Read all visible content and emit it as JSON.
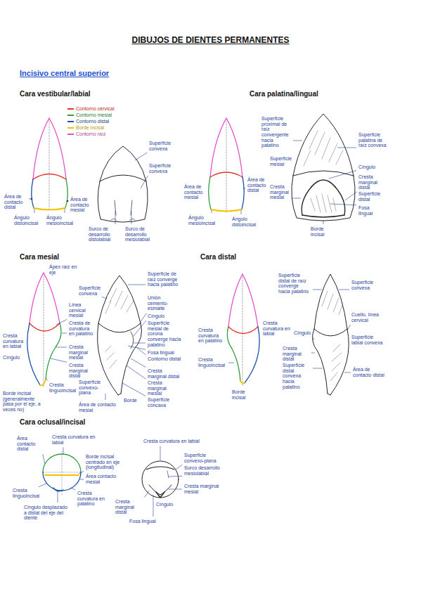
{
  "diagram": {
    "title": "DIBUJOS DE DIENTES PERMANENTES",
    "labels": [
      "Incisivo central superior",
      "Cara vestibular/labial",
      "Cara palatina/lingual",
      "Cara mesial",
      "Cara distal",
      "Cara oclusal/incisal",
      "Área de contacto distal",
      "Área de contacto mesial",
      "Ángulo distoincisal",
      "Ángulo mesioincisal",
      "Superficie convexa",
      "Superficie convexa",
      "Surco de desarrollo distolabial",
      "Surco de desarrollo mesiolabial",
      "Área de contacto mesial",
      "Ángulo mesioincisal",
      "Ángulo distoincisal",
      "Área de contacto distal",
      "Superficie proximal de raíz convergente hacia palatino",
      "Superficie palatina de raíz convexa",
      "Superficie mesial",
      "Cíngulo",
      "Cresta marginal mesial",
      "Cresta marginal distal",
      "Superficie distal",
      "Fosa lingual",
      "Borde incisal",
      "Ápex raíz en eje",
      "Línea cervical mesial",
      "Cresta de curvatura en palatino",
      "Cresta marginal mesial",
      "Cresta marginal distal",
      "Cresta curvatura en labial",
      "Cíngulo",
      "Borde incisal (generalmente pasa por el eje, a veces no)",
      "Cresta linguoincisal",
      "Superficie convexa",
      "Superficie de raíz converge hacia palatino",
      "Unión cemento-esmalte",
      "Cíngulo",
      "Superficie mesial de corona converge hacia palatino",
      "Fosa lingual",
      "Contorno distal",
      "Cresta marginal distal",
      "Cresta marginal mesial",
      "Superficie cóncava",
      "Superficie convexo-plana",
      "Borde",
      "Área de contacto mesial",
      "Cresta curvatura en palatino",
      "Cresta curvatura en labial",
      "Cresta linguoincisal",
      "Borde incisal",
      "Superficie distal de raíz converge hacia palatino",
      "Cíngulo",
      "Cresta marginal distal",
      "Superficie distal convexa hacia palatino",
      "Superficie convexa",
      "Cuello, línea cervical",
      "Superficie labial convexa",
      "Área de contacto distal",
      "Área contacto distal",
      "Cresta curvatura en labial",
      "Borde incisal centrado en eje (longitudinal)",
      "Área contacto mesial",
      "Cresta curvatura en palatino",
      "Cresta linguoincisal",
      "Cíngulo desplazado a distal del eje del diente",
      "Cresta curvatura en labial",
      "Superficie convexo-plana",
      "Surco desarrollo mesiolabial",
      "Cresta marginal mesial",
      "Cresta marginal distal",
      "Cíngulo",
      "Fosa lingual"
    ],
    "legend": [
      {
        "text": "Contorno cervical",
        "color": "#e8332d"
      },
      {
        "text": "Contorno mesial",
        "color": "#2e9e3e"
      },
      {
        "text": "Contorno distal",
        "color": "#1d4fa8"
      },
      {
        "text": "Borde incisal",
        "color": "#f2c200"
      },
      {
        "text": "Contorno raíz",
        "color": "#e64fc4"
      }
    ]
  }
}
